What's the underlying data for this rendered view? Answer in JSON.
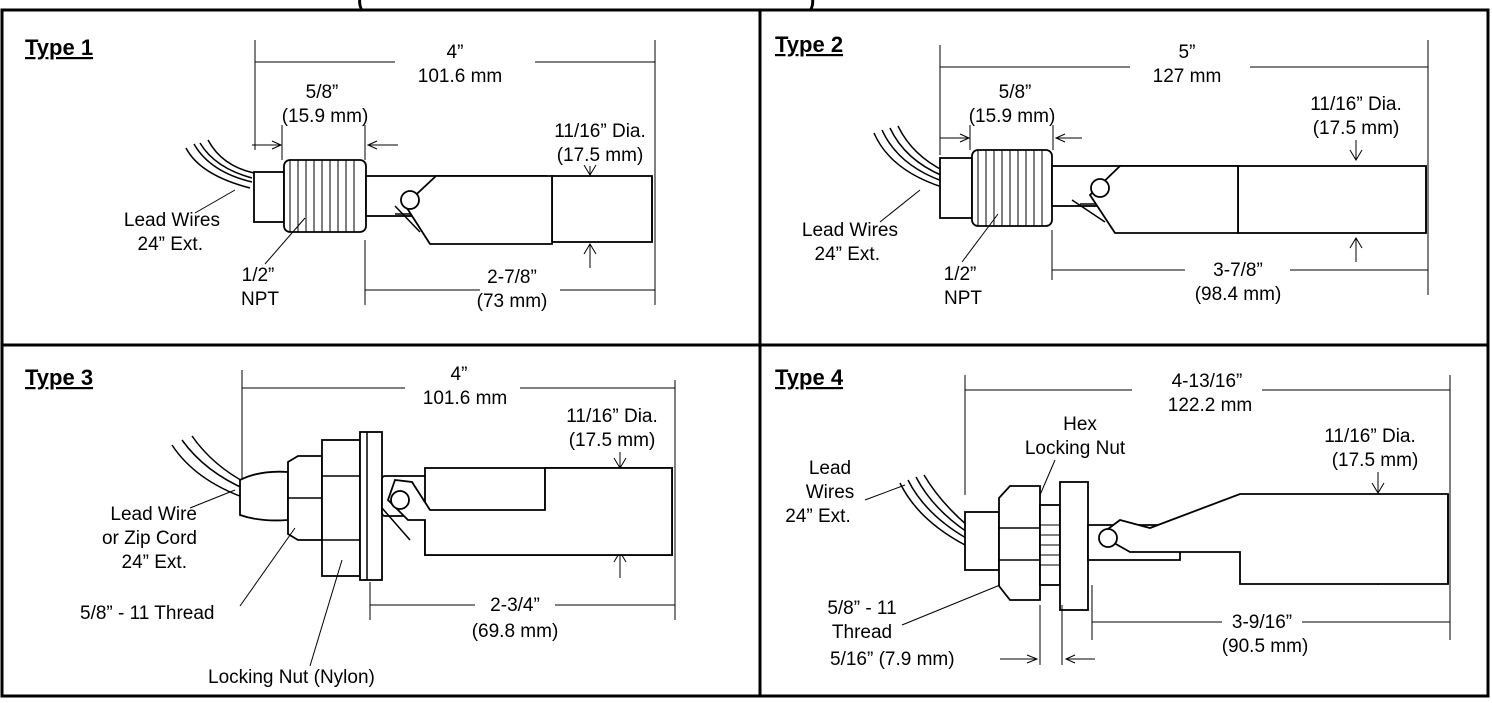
{
  "header": {
    "title_fragment": "(",
    "title_fragment2": ")"
  },
  "type1": {
    "title": "Type 1",
    "length_in": "4”",
    "length_mm": "101.6 mm",
    "thread_len_in": "5/8”",
    "thread_len_mm": "(15.9 mm)",
    "dia_in": "11/16” Dia.",
    "dia_mm": "(17.5 mm)",
    "wires_1": "Lead Wires",
    "wires_2": "24” Ext.",
    "npt_1": "1/2”",
    "npt_2": "NPT",
    "float_in": "2-7/8”",
    "float_mm": "(73 mm)"
  },
  "type2": {
    "title": "Type 2",
    "length_in": "5”",
    "length_mm": "127 mm",
    "thread_len_in": "5/8”",
    "thread_len_mm": "(15.9 mm)",
    "dia_in": "11/16” Dia.",
    "dia_mm": "(17.5 mm)",
    "wires_1": "Lead Wires",
    "wires_2": "24” Ext.",
    "npt_1": "1/2”",
    "npt_2": "NPT",
    "float_in": "3-7/8”",
    "float_mm": "(98.4 mm)"
  },
  "type3": {
    "title": "Type 3",
    "length_in": "4”",
    "length_mm": "101.6 mm",
    "dia_in": "11/16” Dia.",
    "dia_mm": "(17.5 mm)",
    "wires_1": "Lead Wire",
    "wires_2": "or Zip Cord",
    "wires_3": "24” Ext.",
    "thread": "5/8” - 11 Thread",
    "nut": "Locking Nut (Nylon)",
    "float_in": "2-3/4”",
    "float_mm": "(69.8 mm)"
  },
  "type4": {
    "title": "Type 4",
    "length_in": "4-13/16”",
    "length_mm": "122.2 mm",
    "hex_1": "Hex",
    "hex_2": "Locking Nut",
    "dia_in": "11/16” Dia.",
    "dia_mm": "(17.5 mm)",
    "wires_1": "Lead",
    "wires_2": "Wires",
    "wires_3": "24” Ext.",
    "thread_1": "5/8” - 11",
    "thread_2": "Thread",
    "gap": "5/16” (7.9 mm)",
    "float_in": "3-9/16”",
    "float_mm": "(90.5 mm)"
  }
}
